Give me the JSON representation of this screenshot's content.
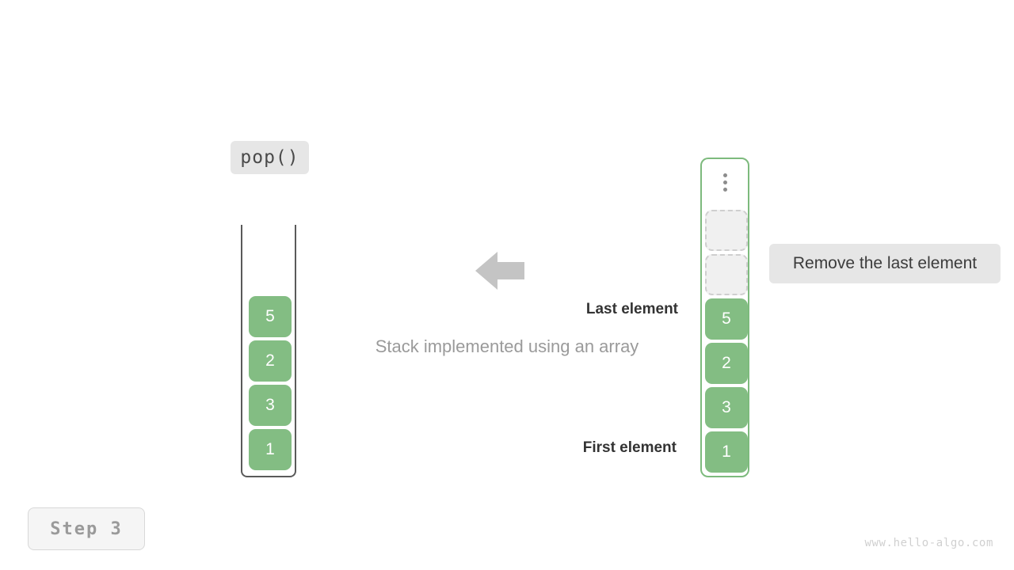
{
  "operation": {
    "label": "pop()"
  },
  "caption": {
    "text": "Stack implemented using an array"
  },
  "step": {
    "label": "Step 3"
  },
  "watermark": {
    "text": "www.hello-algo.com"
  },
  "arrow": {
    "direction": "left",
    "color": "#c4c4c4"
  },
  "stack": {
    "title": "stack",
    "items": [
      {
        "value": "5",
        "state": "filled"
      },
      {
        "value": "2",
        "state": "filled"
      },
      {
        "value": "3",
        "state": "filled"
      },
      {
        "value": "1",
        "state": "filled"
      }
    ]
  },
  "array": {
    "title": "array",
    "overflow_indicator": "vertical-ellipsis",
    "items": [
      {
        "value": "",
        "state": "empty"
      },
      {
        "value": "",
        "state": "empty"
      },
      {
        "value": "5",
        "state": "filled"
      },
      {
        "value": "2",
        "state": "filled"
      },
      {
        "value": "3",
        "state": "filled"
      },
      {
        "value": "1",
        "state": "filled"
      }
    ]
  },
  "annotations": {
    "last_element": "Last element",
    "first_element": "First element",
    "side_note": "Remove the last element"
  },
  "colors": {
    "filled_cell": "#83bd83",
    "empty_cell_fill": "#f0f0f0",
    "empty_cell_border": "#cfcfcf",
    "array_border": "#7dba7d",
    "stack_border": "#5a5a5a",
    "badge_bg": "#e6e6e6",
    "caption_text": "#9a9a9a",
    "annotation_text": "#333333",
    "watermark_text": "#d0d0d0"
  }
}
